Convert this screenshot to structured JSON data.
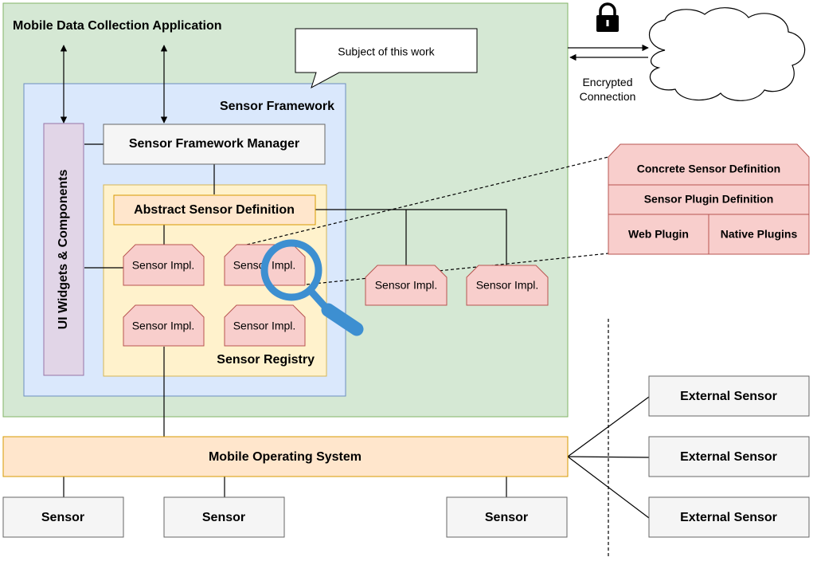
{
  "mobile_app": {
    "title": "Mobile Data Collection Application"
  },
  "callout": {
    "text": "Subject of this work"
  },
  "cloud": {
    "label_line1": "Encrypted",
    "label_line2": "Connection"
  },
  "sensor_framework": {
    "title": "Sensor Framework"
  },
  "framework_manager": {
    "label": "Sensor Framework Manager"
  },
  "ui_widgets": {
    "label": "UI Widgets & Components"
  },
  "sensor_registry": {
    "title": "Sensor Registry"
  },
  "abstract_definition": {
    "label": "Abstract Sensor Definition"
  },
  "sensor_impl": {
    "label": "Sensor Impl."
  },
  "plugin_detail": {
    "concrete": "Concrete Sensor Definition",
    "plugin_def": "Sensor Plugin Definition",
    "web": "Web Plugin",
    "native": "Native Plugins"
  },
  "mobile_os": {
    "label": "Mobile Operating System"
  },
  "sensors": [
    "Sensor",
    "Sensor",
    "Sensor"
  ],
  "external_sensors": [
    "External Sensor",
    "External Sensor",
    "External Sensor"
  ],
  "colors": {
    "app_fill": "#d5e8d4",
    "app_stroke": "#82b366",
    "framework_fill": "#dae8fc",
    "framework_stroke": "#6c8ebf",
    "registry_fill": "#fff2cc",
    "registry_stroke": "#d6b656",
    "os_fill": "#ffe6cc",
    "os_stroke": "#d79b00",
    "ui_fill": "#e1d5e7",
    "ui_stroke": "#9673a6",
    "impl_fill": "#f8cecc",
    "impl_stroke": "#b85450",
    "box_fill": "#f5f5f5",
    "box_stroke": "#666666",
    "magnifier": "#3d8fd1"
  }
}
